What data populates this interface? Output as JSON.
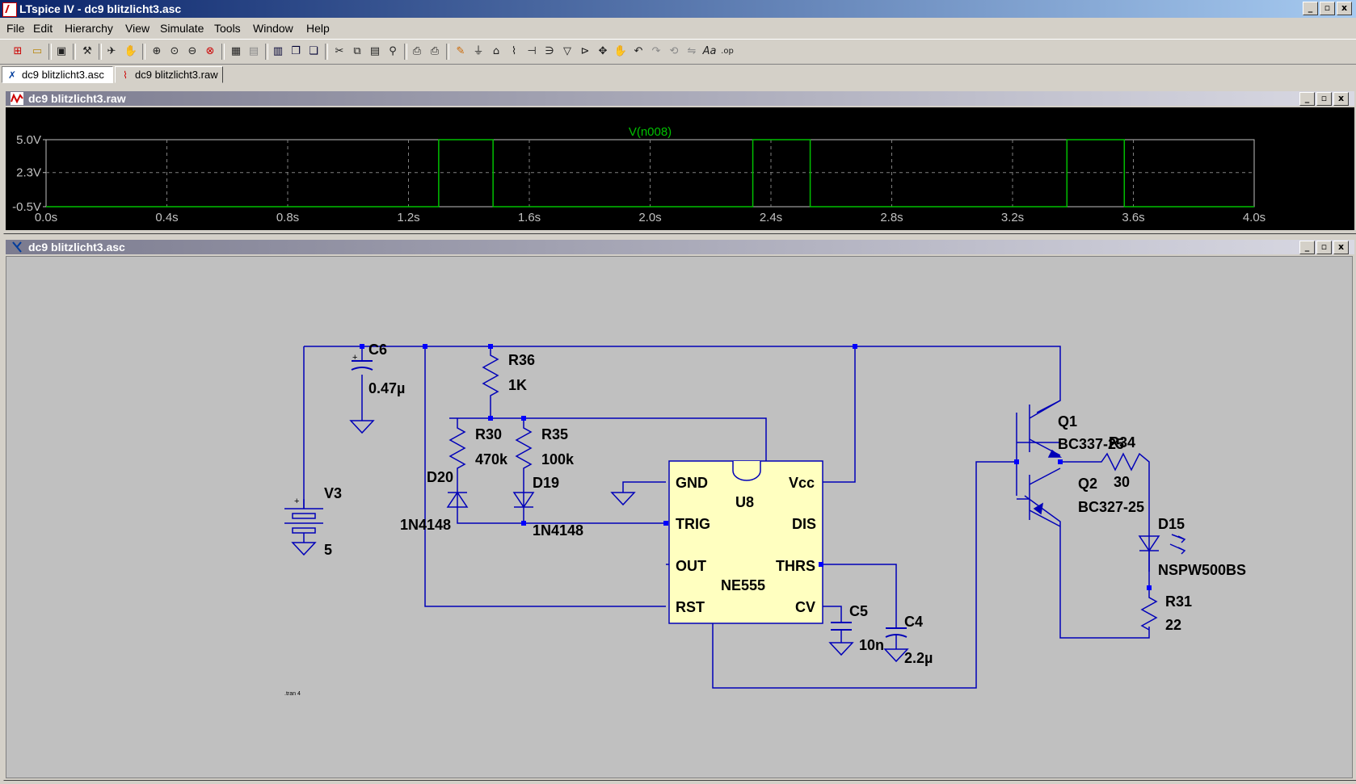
{
  "window": {
    "title": "LTspice IV - dc9 blitzlicht3.asc",
    "controls": {
      "minimize": "_",
      "maximize": "▫",
      "close": "x"
    }
  },
  "menu": [
    "File",
    "Edit",
    "Hierarchy",
    "View",
    "Simulate",
    "Tools",
    "Window",
    "Help"
  ],
  "tabs": [
    {
      "label": "dc9 blitzlicht3.asc",
      "active": true,
      "icon": "schematic-icon"
    },
    {
      "label": "dc9 blitzlicht3.raw",
      "active": false,
      "icon": "waveform-icon"
    }
  ],
  "waveform_window": {
    "title": "dc9 blitzlicht3.raw",
    "trace_name": "V(n008)",
    "trace_color": "#00c000"
  },
  "schematic_window": {
    "title": "dc9 blitzlicht3.asc",
    "directive": ".tran 4"
  },
  "chart_data": {
    "type": "line",
    "title": "V(n008)",
    "xlabel": "",
    "ylabel": "",
    "xlim": [
      0,
      4
    ],
    "ylim": [
      -0.5,
      5.0
    ],
    "x_ticks": [
      "0.0s",
      "0.4s",
      "0.8s",
      "1.2s",
      "1.6s",
      "2.0s",
      "2.4s",
      "2.8s",
      "3.2s",
      "3.6s",
      "4.0s"
    ],
    "y_ticks": [
      "5.0V",
      "2.3V",
      "-0.5V"
    ],
    "grid": true,
    "series": [
      {
        "name": "V(n008)",
        "color": "#00c000",
        "x": [
          0,
          1.3,
          1.3,
          1.48,
          1.48,
          2.34,
          2.34,
          2.53,
          2.53,
          3.38,
          3.38,
          3.57,
          3.57,
          4.0
        ],
        "y": [
          -0.5,
          -0.5,
          5.0,
          5.0,
          -0.5,
          -0.5,
          5.0,
          5.0,
          -0.5,
          -0.5,
          5.0,
          5.0,
          -0.5,
          -0.5
        ]
      }
    ]
  },
  "schematic": {
    "components": [
      {
        "ref": "C6",
        "value": "0.47µ"
      },
      {
        "ref": "R36",
        "value": "1K"
      },
      {
        "ref": "R30",
        "value": "470k"
      },
      {
        "ref": "R35",
        "value": "100k"
      },
      {
        "ref": "D20",
        "value": "1N4148"
      },
      {
        "ref": "D19",
        "value": "1N4148"
      },
      {
        "ref": "V3",
        "value": "5"
      },
      {
        "ref": "U8",
        "value": "NE555"
      },
      {
        "ref": "C5",
        "value": "10n"
      },
      {
        "ref": "C4",
        "value": "2.2µ"
      },
      {
        "ref": "Q1",
        "value": "BC337-25"
      },
      {
        "ref": "Q2",
        "value": "BC327-25"
      },
      {
        "ref": "R34",
        "value": "30"
      },
      {
        "ref": "D15",
        "value": "NSPW500BS"
      },
      {
        "ref": "R31",
        "value": "22"
      }
    ],
    "ic_pins": [
      "GND",
      "Vcc",
      "TRIG",
      "DIS",
      "OUT",
      "THRS",
      "RST",
      "CV"
    ],
    "v3_plus": "+",
    "c6_plus": "+"
  }
}
